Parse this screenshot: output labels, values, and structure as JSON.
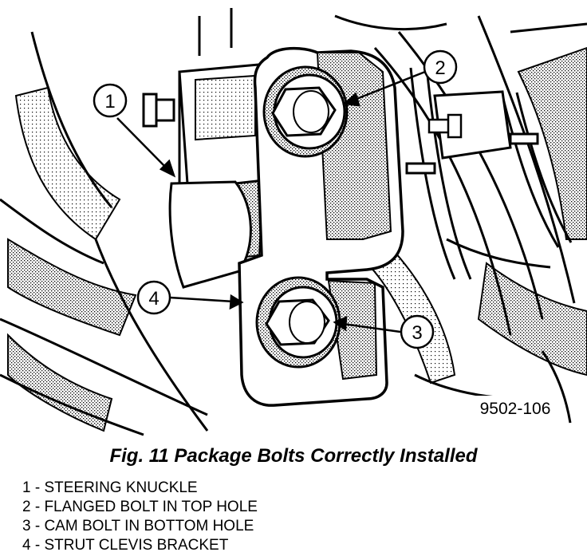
{
  "figure": {
    "id": "9502-106",
    "caption": "Fig. 11 Package Bolts Correctly Installed"
  },
  "callouts": [
    {
      "number": "1",
      "label": "STEERING KNUCKLE"
    },
    {
      "number": "2",
      "label": "FLANGED BOLT IN TOP HOLE"
    },
    {
      "number": "3",
      "label": "CAM BOLT IN BOTTOM HOLE"
    },
    {
      "number": "4",
      "label": "STRUT CLEVIS BRACKET"
    }
  ],
  "legend": [
    "1 - STEERING KNUCKLE",
    "2 - FLANGED BOLT IN TOP HOLE",
    "3 - CAM BOLT IN BOTTOM HOLE",
    "4 - STRUT CLEVIS BRACKET"
  ]
}
